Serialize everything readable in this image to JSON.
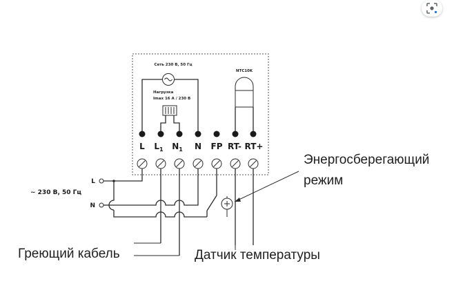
{
  "labels": {
    "supply": "Сеть 230 В, 50 Гц",
    "load_line1": "Нагрузка",
    "load_line2": "Imax 16 A / 230 В",
    "sensor_model": "NTC10K",
    "mains": "~ 230 В, 50 Гц",
    "line_in": "L",
    "neutral_in": "N",
    "energy_line1": "Энергосберегающий",
    "energy_line2": "режим",
    "heating_cable": "Греющий кабель",
    "temp_sensor": "Датчик температуры"
  },
  "terminals": [
    {
      "label": "L",
      "sub": ""
    },
    {
      "label": "L",
      "sub": "1"
    },
    {
      "label": "N",
      "sub": "1"
    },
    {
      "label": "N",
      "sub": ""
    },
    {
      "label": "FP",
      "sub": ""
    },
    {
      "label": "RT-",
      "sub": ""
    },
    {
      "label": "RT+",
      "sub": ""
    }
  ],
  "icons": {
    "lens": "lens-search-icon",
    "ac_source": "ac-source-icon",
    "heater": "heater-load-icon",
    "sensor": "ntc-sensor-icon",
    "diode": "diode-icon"
  },
  "colors": {
    "ink": "#2a2a2a",
    "text": "#1f1f1f",
    "lens_accent": "#1a73e8"
  }
}
